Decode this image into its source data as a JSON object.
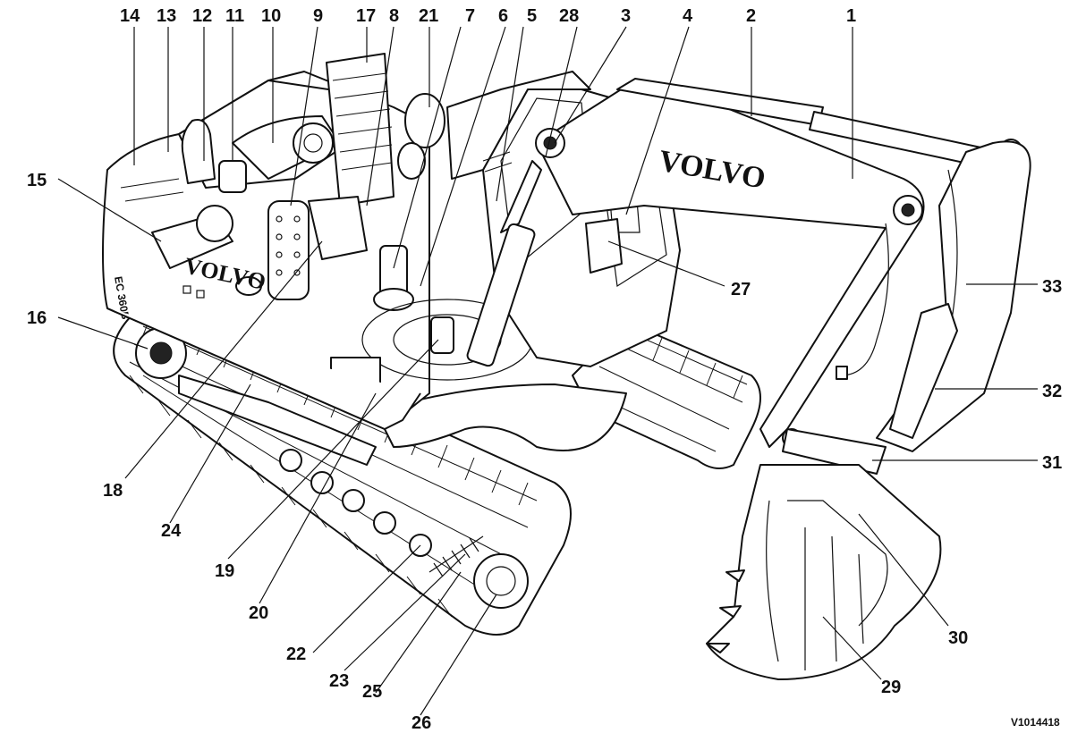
{
  "figure": {
    "brand_text": "VOLVO",
    "model_text": "EC 360B",
    "reference_code": "V1014418"
  },
  "callouts": [
    {
      "id": "1",
      "label": "1"
    },
    {
      "id": "2",
      "label": "2"
    },
    {
      "id": "3",
      "label": "3"
    },
    {
      "id": "4",
      "label": "4"
    },
    {
      "id": "5",
      "label": "5"
    },
    {
      "id": "6",
      "label": "6"
    },
    {
      "id": "7",
      "label": "7"
    },
    {
      "id": "8",
      "label": "8"
    },
    {
      "id": "9",
      "label": "9"
    },
    {
      "id": "10",
      "label": "10"
    },
    {
      "id": "11",
      "label": "11"
    },
    {
      "id": "12",
      "label": "12"
    },
    {
      "id": "13",
      "label": "13"
    },
    {
      "id": "14",
      "label": "14"
    },
    {
      "id": "15",
      "label": "15"
    },
    {
      "id": "16",
      "label": "16"
    },
    {
      "id": "17",
      "label": "17"
    },
    {
      "id": "18",
      "label": "18"
    },
    {
      "id": "19",
      "label": "19"
    },
    {
      "id": "20",
      "label": "20"
    },
    {
      "id": "21",
      "label": "21"
    },
    {
      "id": "22",
      "label": "22"
    },
    {
      "id": "23",
      "label": "23"
    },
    {
      "id": "24",
      "label": "24"
    },
    {
      "id": "25",
      "label": "25"
    },
    {
      "id": "26",
      "label": "26"
    },
    {
      "id": "27",
      "label": "27"
    },
    {
      "id": "28",
      "label": "28"
    },
    {
      "id": "29",
      "label": "29"
    },
    {
      "id": "30",
      "label": "30"
    },
    {
      "id": "31",
      "label": "31"
    },
    {
      "id": "32",
      "label": "32"
    },
    {
      "id": "33",
      "label": "33"
    }
  ]
}
